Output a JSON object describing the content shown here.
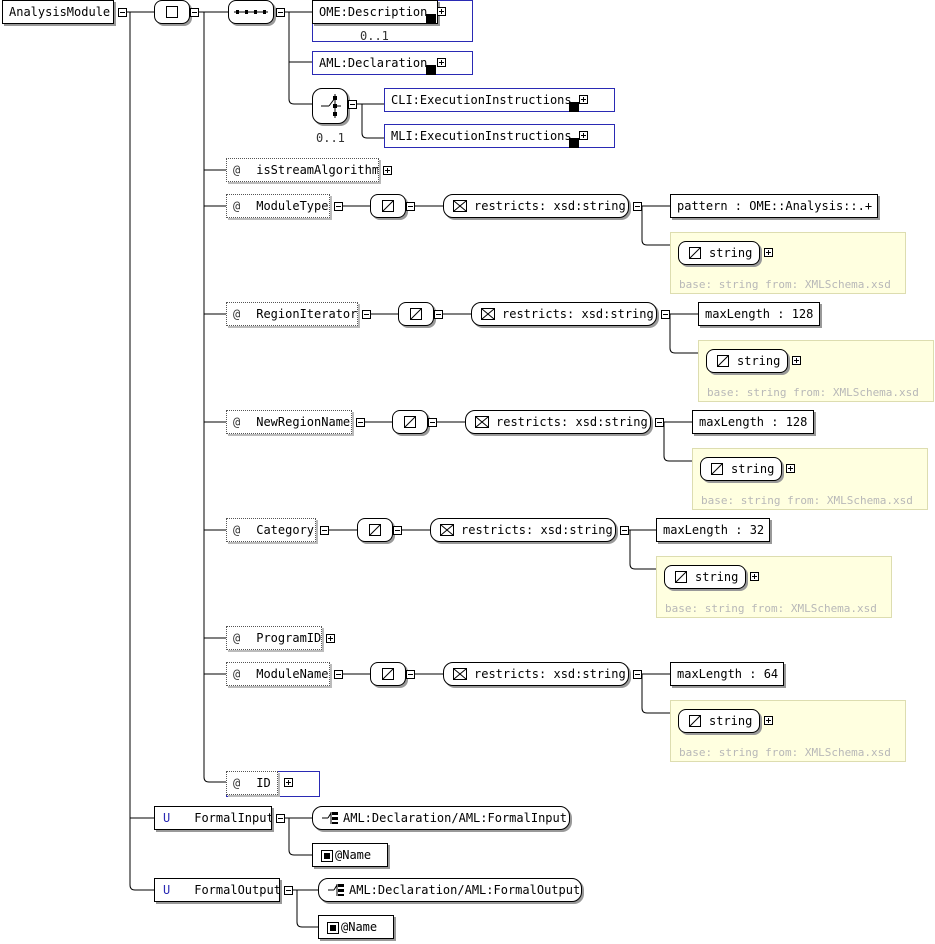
{
  "root": {
    "name": "AnalysisModule"
  },
  "sequence_children": [
    {
      "name": "OME:Description",
      "occurs": "0..1"
    },
    {
      "name": "AML:Declaration"
    }
  ],
  "choice": {
    "occurs": "0..1",
    "items": [
      {
        "name": "CLI:ExecutionInstructions"
      },
      {
        "name": "MLI:ExecutionInstructions"
      }
    ]
  },
  "attr_symbol": "@",
  "attributes": [
    {
      "name": "isStreamAlgorithm"
    },
    {
      "name": "ModuleType",
      "restricts": "restricts: xsd:string",
      "facet": "pattern : OME::Analysis::.+",
      "type_name": "string",
      "base": "base: string from: XMLSchema.xsd"
    },
    {
      "name": "RegionIterator",
      "restricts": "restricts: xsd:string",
      "facet": "maxLength : 128",
      "type_name": "string",
      "base": "base: string from: XMLSchema.xsd"
    },
    {
      "name": "NewRegionName",
      "restricts": "restricts: xsd:string",
      "facet": "maxLength : 128",
      "type_name": "string",
      "base": "base: string from: XMLSchema.xsd"
    },
    {
      "name": "Category",
      "restricts": "restricts: xsd:string",
      "facet": "maxLength : 32",
      "type_name": "string",
      "base": "base: string from: XMLSchema.xsd"
    },
    {
      "name": "ProgramID"
    },
    {
      "name": "ModuleName",
      "restricts": "restricts: xsd:string",
      "facet": "maxLength : 64",
      "type_name": "string",
      "base": "base: string from: XMLSchema.xsd"
    },
    {
      "name": "ID"
    }
  ],
  "uniques": [
    {
      "prefix": "U",
      "name": "FormalInput",
      "selector": "AML:Declaration/AML:FormalInput",
      "field": "@Name"
    },
    {
      "prefix": "U",
      "name": "FormalOutput",
      "selector": "AML:Declaration/AML:FormalOutput",
      "field": "@Name"
    }
  ]
}
